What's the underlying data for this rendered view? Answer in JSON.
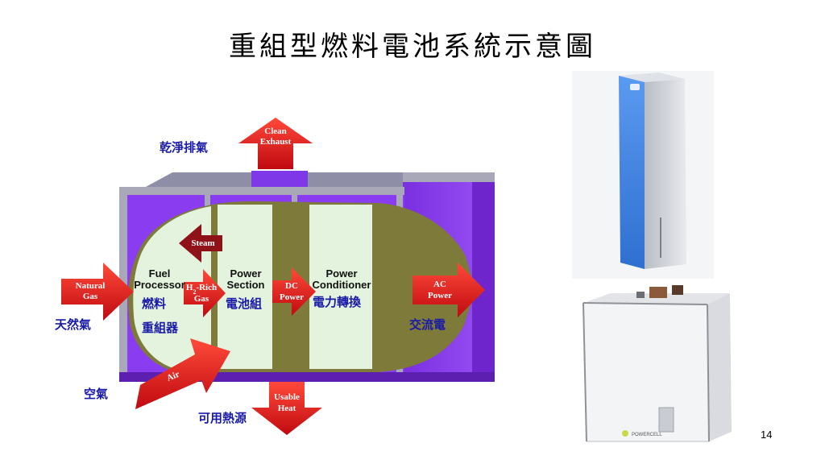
{
  "title": "重組型燃料電池系統示意圖",
  "page_number": "14",
  "diagram": {
    "arrows": {
      "clean_exhaust": [
        "Clean",
        "Exhaust"
      ],
      "natural_gas": [
        "Natural",
        "Gas"
      ],
      "air": "Air",
      "usable_heat": [
        "Usable",
        "Heat"
      ],
      "steam": "Steam",
      "h2_rich_gas": [
        "H",
        "2",
        "-Rich",
        "Gas"
      ],
      "dc_power": [
        "DC",
        "Power"
      ],
      "ac_power": [
        "AC",
        "Power"
      ]
    },
    "sections": {
      "fuel_processor": [
        "Fuel",
        "Processor"
      ],
      "power_section": [
        "Power",
        "Section"
      ],
      "power_conditioner": [
        "Power",
        "Conditioner"
      ]
    },
    "chinese_labels": {
      "clean_exhaust": "乾淨排氣",
      "natural_gas": "天然氣",
      "air": "空氣",
      "usable_heat": "可用熱源",
      "fuel_processor_line1": "燃料",
      "fuel_processor_line2": "重組器",
      "power_section": "電池組",
      "power_conditioner": "電力轉換",
      "ac_power": "交流電"
    }
  },
  "photos": {
    "top_unit_logo_text": "",
    "bottom_unit_brand": "POWERCELL"
  },
  "colors": {
    "cabinet_purple": "#8a3cf0",
    "cabinet_frame": "#a8a8b8",
    "interior_olive": "#7e7a3a",
    "section_green": "#e4f3de",
    "arrow_red": "#e8141a",
    "label_blue": "#1a1aa8",
    "unit_blue": "#3b7fe0"
  }
}
